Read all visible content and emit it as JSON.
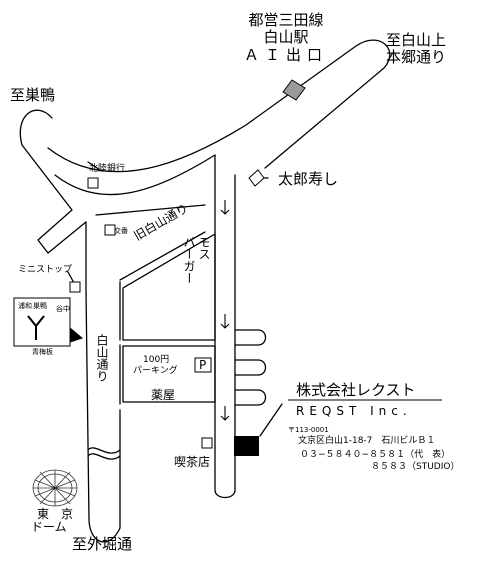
{
  "station": {
    "line1": "都営三田線",
    "line2": "白山駅",
    "line3": "ＡＩ出口"
  },
  "labels": {
    "to_hakusan_ue_1": "至白山上",
    "to_hakusan_ue_2": "本郷通り",
    "to_sugamo": "至巣鴨",
    "to_sotobori": "至外堀通",
    "hokuriku_bank": "北陸銀行",
    "taro_sushi": "太郎寿し",
    "koban": "交番",
    "kyu_hakusan_dori": "旧白山通り",
    "mos_burger_1": "モス",
    "mos_burger_2": "バーガー",
    "ministop": "ミニストップ",
    "hakusan_dori": "白山通り",
    "parking_1": "100円",
    "parking_2": "パーキング",
    "parking_symbol": "P",
    "pharmacy": "薬屋",
    "cafe": "喫茶店",
    "tokyo_dome_1": "東　京",
    "tokyo_dome_2": "ドーム"
  },
  "inset": {
    "left": "浦和",
    "center": "巣鴨",
    "right": "谷中",
    "bottom": "青梅板"
  },
  "company": {
    "name_ja": "株式会社レクスト",
    "name_en": "REQST Inc.",
    "postal": "〒113-0001",
    "address": "文京区白山1-18-7　石川ビルＢ１",
    "tel1": "０３−５８４０−８５８１（代　表）",
    "tel2": "８５８３（STUDIO）"
  },
  "colors": {
    "road_outline": "#000000",
    "station_exit": "#9a9a9a",
    "office_marker": "#000000"
  }
}
